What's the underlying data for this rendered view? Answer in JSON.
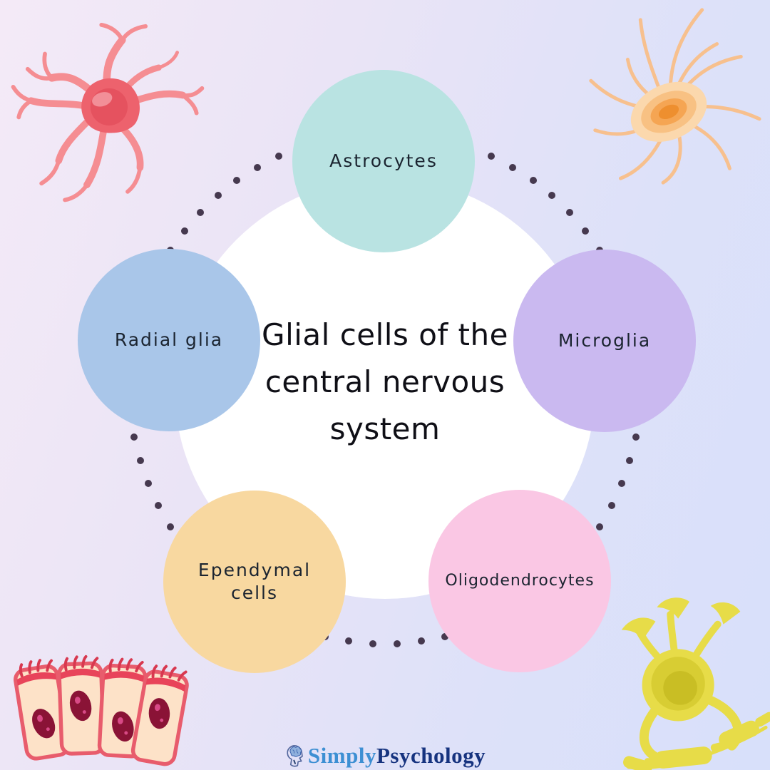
{
  "title": {
    "lines": [
      "Glial cells of the",
      "central nervous",
      "system"
    ]
  },
  "cells": [
    {
      "label": "Astrocytes",
      "color": "#b9e3e2"
    },
    {
      "label": "Radial glia",
      "color": "#a9c6e9"
    },
    {
      "label": "Microglia",
      "color": "#cab9f0"
    },
    {
      "label": "Ependymal cells",
      "color": "#f8d8a0"
    },
    {
      "label": "Oligodendrocytes",
      "color": "#fac7e4"
    }
  ],
  "footer": {
    "brand_first": "Simply",
    "brand_second": "Psychology",
    "color_first": "#3d8fd3",
    "color_second": "#16337f",
    "icon": "head-brain-icon"
  },
  "decor": {
    "dot_color": "#46394f",
    "center_circle_color": "#ffffff",
    "illustrations": {
      "top_left": "red-neuron",
      "top_right": "orange-astrocyte",
      "bottom_left": "ependymal-epithelium",
      "bottom_right": "yellow-oligodendrocyte"
    }
  }
}
